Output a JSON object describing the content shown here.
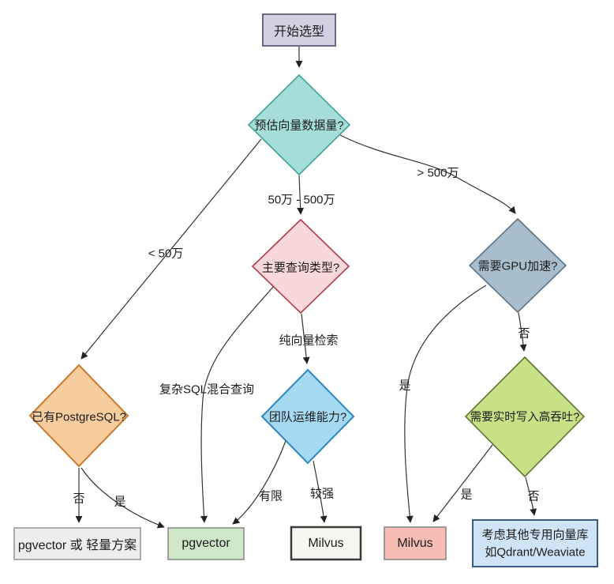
{
  "nodes": {
    "start": {
      "label": "开始选型",
      "fill": "#d4d0e3",
      "stroke": "#6e6a85"
    },
    "volume": {
      "label": "预估向量数据量?",
      "fill": "#a5ded9",
      "stroke": "#3fa29a"
    },
    "query_type": {
      "label": "主要查询类型?",
      "fill": "#f8d8da",
      "stroke": "#b23a48"
    },
    "gpu": {
      "label": "需要GPU加速?",
      "fill": "#a9becd",
      "stroke": "#5c7385"
    },
    "ops": {
      "label": "团队运维能力?",
      "fill": "#a6d9f2",
      "stroke": "#2e86c1"
    },
    "postgresql": {
      "label": "已有PostgreSQL?",
      "fill": "#f7cd9e",
      "stroke": "#cc7a2e"
    },
    "throughput": {
      "label": "需要实时写入高吞吐?",
      "fill": "#c6e186",
      "stroke": "#5a7430"
    },
    "pgvector_light": {
      "label": "pgvector 或 轻量方案",
      "fill": "#ededed",
      "stroke": "#9a9a9a"
    },
    "pgvector": {
      "label": "pgvector",
      "fill": "#cde7c8",
      "stroke": "#8a8a8a"
    },
    "milvus": {
      "label": "Milvus",
      "fill": "#f7f7f2",
      "stroke": "#3a3a3a"
    },
    "milvus_gpu": {
      "label": "Milvus",
      "fill": "#f7bcb4",
      "stroke": "#8a8a8a"
    },
    "other_db": {
      "line1": "考虑其他专用向量库",
      "line2": "如Qdrant/Weaviate",
      "fill": "#cfe4f7",
      "stroke": "#3d5a80"
    }
  },
  "edge_labels": {
    "lt_50w": "< 50万",
    "mid_range": "50万 - 500万",
    "gt_500w": "> 500万",
    "pure_vector": "纯向量检索",
    "complex_sql": "复杂SQL混合查询",
    "limited": "有限",
    "strong": "较强",
    "pg_no": "否",
    "pg_yes": "是",
    "gpu_yes": "是",
    "gpu_no": "否",
    "tp_yes": "是",
    "tp_no": "否"
  }
}
